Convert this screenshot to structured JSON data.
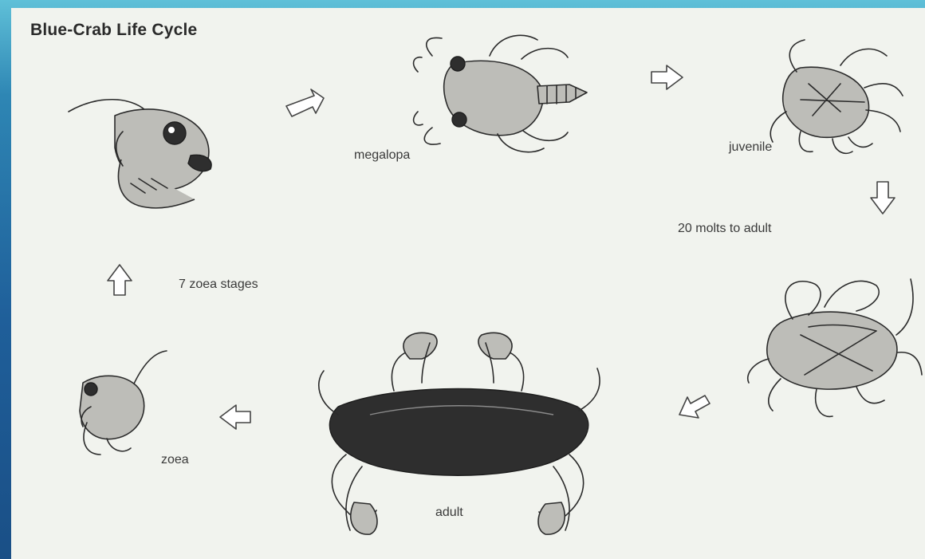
{
  "title": "Blue-Crab Life Cycle",
  "stages": {
    "megalopa": "megalopa",
    "juvenile": "juvenile",
    "adult": "adult",
    "zoea": "zoea"
  },
  "transitions": {
    "zoea_stages": "7 zoea stages",
    "molts_to_adult": "20 molts to adult"
  },
  "colors": {
    "background_top": "#5fc0d8",
    "background_bottom": "#1a4f86",
    "panel": "#f1f3ee",
    "ink": "#2b2b2b"
  },
  "icons": [
    "arrow-icon"
  ]
}
